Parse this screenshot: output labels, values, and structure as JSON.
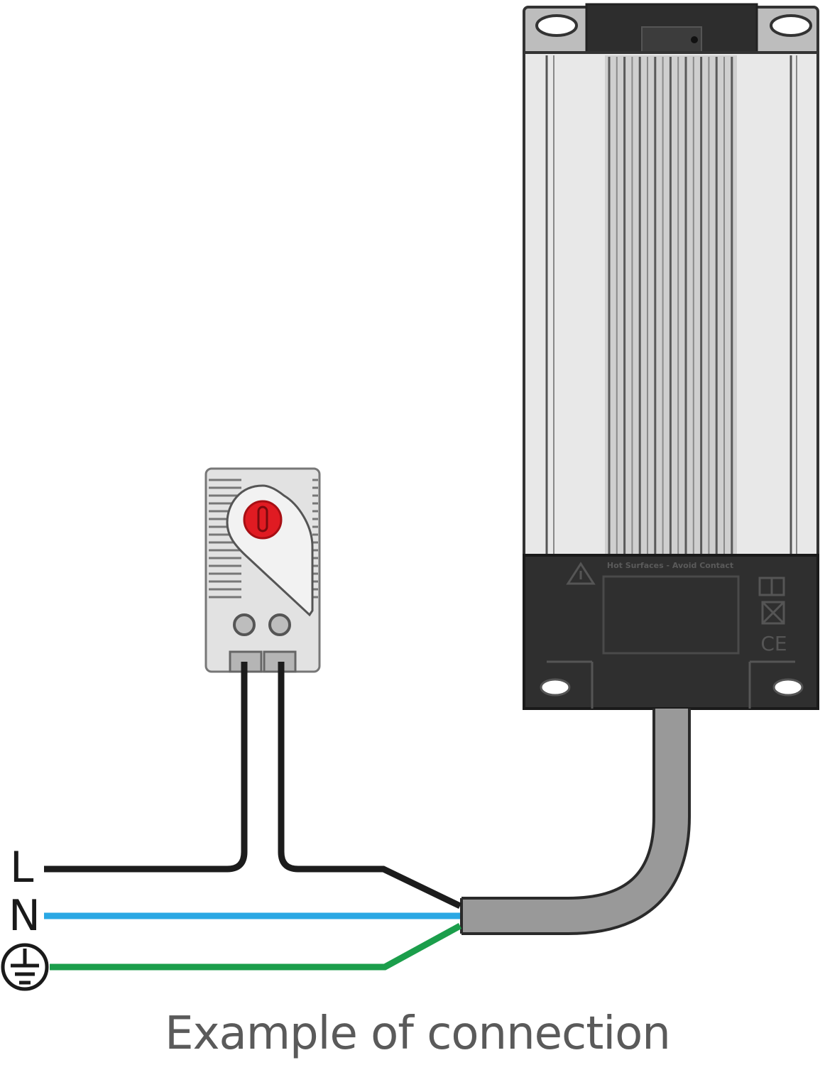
{
  "caption": "Example of connection",
  "wires": {
    "live_label": "L",
    "neutral_label": "N"
  },
  "heater": {
    "warning_text": "Hot Surfaces - Avoid Contact",
    "ce_mark": "CE"
  },
  "icons": {
    "earth": "earth-ground-icon",
    "warning": "hot-surface-warning-icon",
    "manual": "read-manual-icon",
    "disposal": "crossed-bin-icon"
  },
  "colors": {
    "live_wire": "#1c1c1c",
    "neutral_wire": "#2aa8e4",
    "earth_wire": "#1b9e4b",
    "cable": "#999999",
    "heater_body": "#e6e6e6",
    "heater_base": "#2f2f2f",
    "thermostat_dial": "#e01b22"
  }
}
